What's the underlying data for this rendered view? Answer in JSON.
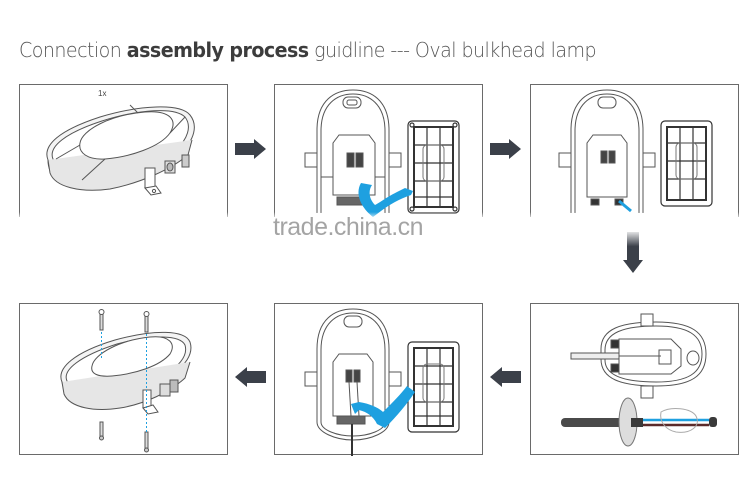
{
  "title": {
    "part1": "Connection ",
    "part2_bold": "assembly process",
    "part3": " guidline --- Oval bulkhead lamp"
  },
  "watermark": "trade.china.cn",
  "steps": [
    {
      "index": 1,
      "row": "top",
      "position": "left",
      "label": "1x",
      "depicts": "oval bulkhead lamp assembled, quantity 1"
    },
    {
      "index": 2,
      "row": "top",
      "position": "center",
      "depicts": "open lamp base with terminal block, cover grid removed (blue arrow)"
    },
    {
      "index": 3,
      "row": "top",
      "position": "right",
      "depicts": "lamp base with cable entry point indicated (blue arrow)"
    },
    {
      "index": 4,
      "row": "bottom",
      "position": "right",
      "depicts": "cable inserted through grommet into base; stripped cable with wires"
    },
    {
      "index": 5,
      "row": "bottom",
      "position": "center",
      "depicts": "wires connected to terminal; cover grid refitted (blue arrow)"
    },
    {
      "index": 6,
      "row": "bottom",
      "position": "left",
      "depicts": "lamp mounted with screws (dashed alignment lines)"
    }
  ],
  "arrows": [
    {
      "from": 1,
      "to": 2,
      "direction": "right"
    },
    {
      "from": 2,
      "to": 3,
      "direction": "right"
    },
    {
      "from": 3,
      "to": 4,
      "direction": "down"
    },
    {
      "from": 4,
      "to": 5,
      "direction": "left"
    },
    {
      "from": 5,
      "to": 6,
      "direction": "left"
    }
  ],
  "colors": {
    "arrow": "#3b4049",
    "accent_blue": "#1ea0e0",
    "border": "#6a6a6a",
    "line_art": "#555555",
    "cable": "#4a4a4a",
    "title": "#555555"
  }
}
